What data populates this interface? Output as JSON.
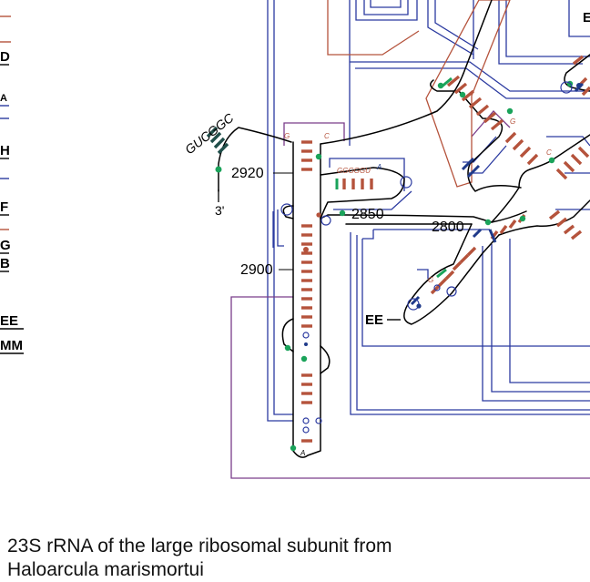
{
  "caption": {
    "line1": "23S rRNA of the large ribosomal subunit from",
    "line2": "Haloarcula marismortui"
  },
  "labels": {
    "n2920": "2920",
    "n2850": "2850",
    "n2800": "2800",
    "n2900": "2900",
    "ee": "EE",
    "three_prime": "3'",
    "five_term_seq": "GUCGGC"
  },
  "left_margin_labels": [
    "D",
    "A",
    "H",
    "F",
    "G",
    "B",
    "EE",
    "MM"
  ],
  "colors": {
    "backbone": "#000000",
    "wc_pair": "#b5533c",
    "gu_pair": "#1f3a8a",
    "green_pair": "#1aa35a",
    "dark_teal_pair": "#1f4e4a",
    "tertiary_blue": "#2b3aa0",
    "tertiary_purple": "#7a3d8a",
    "tertiary_red": "#b5533c"
  }
}
